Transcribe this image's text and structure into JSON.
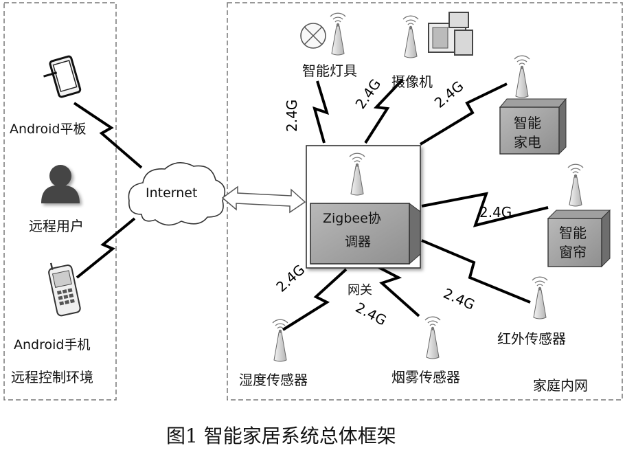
{
  "remote_env": {
    "title": "远程控制环境",
    "tablet_label": "Android平板",
    "user_label": "远程用户",
    "phone_label": "Android手机"
  },
  "internet_label": "Internet",
  "home_network": {
    "title": "家庭内网",
    "coordinator_label": "Zigbee协调器",
    "coordinator_line1": "Zigbee协",
    "coordinator_line2": "调器",
    "gateway_label": "网关",
    "devices": {
      "lamp": "智能灯具",
      "camera": "摄像机",
      "appliance_line1": "智能",
      "appliance_line2": "家电",
      "curtain_line1": "智能",
      "curtain_line2": "窗帘",
      "infrared": "红外传感器",
      "smoke": "烟雾传感器",
      "humidity": "湿度传感器"
    },
    "frequency_label": "2.4G"
  },
  "caption": "图1   智能家居系统总体框架"
}
